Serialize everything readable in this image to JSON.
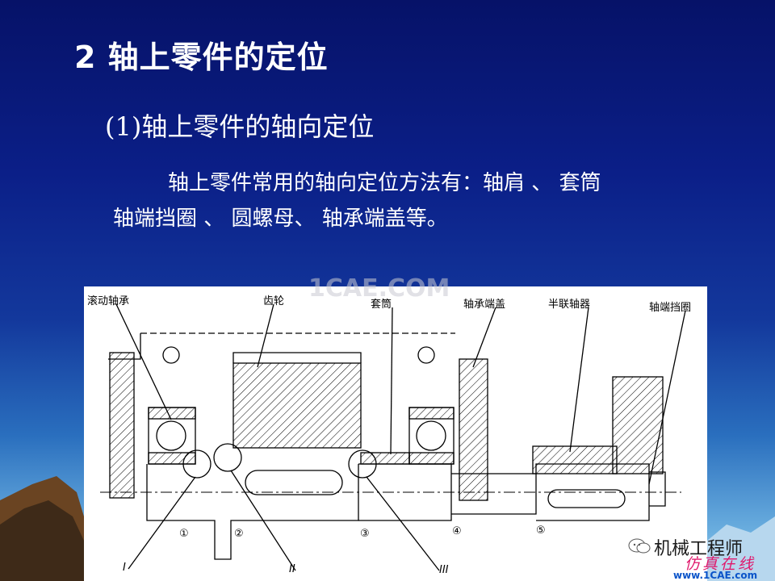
{
  "slide": {
    "title": "2 轴上零件的定位",
    "subtitle": "(1)轴上零件的轴向定位",
    "body_line1": "轴上零件常用的轴向定位方法有：轴肩 、 套筒",
    "body_line2": "轴端挡圈 、 圆螺母、 轴承端盖等。"
  },
  "drawing": {
    "labels": {
      "rolling_bearing": "滚动轴承",
      "gear": "齿轮",
      "sleeve": "套筒",
      "bearing_cover": "轴承端盖",
      "half_coupling": "半联轴器",
      "shaft_end_ring": "轴端挡圈"
    },
    "numbers": [
      "①",
      "②",
      "③",
      "④",
      "⑤"
    ],
    "romans": [
      "I",
      "II",
      "III"
    ]
  },
  "watermark": "1CAE.COM",
  "badge": {
    "name": "机械工程师",
    "subtitle": "仿真在线",
    "url": "www.1CAE.com"
  },
  "colors": {
    "background_top": "#061268",
    "background_bottom": "#b9dcf2",
    "text": "#ffffff",
    "badge_pink": "#e0186c",
    "badge_blue": "#0b54c9"
  }
}
